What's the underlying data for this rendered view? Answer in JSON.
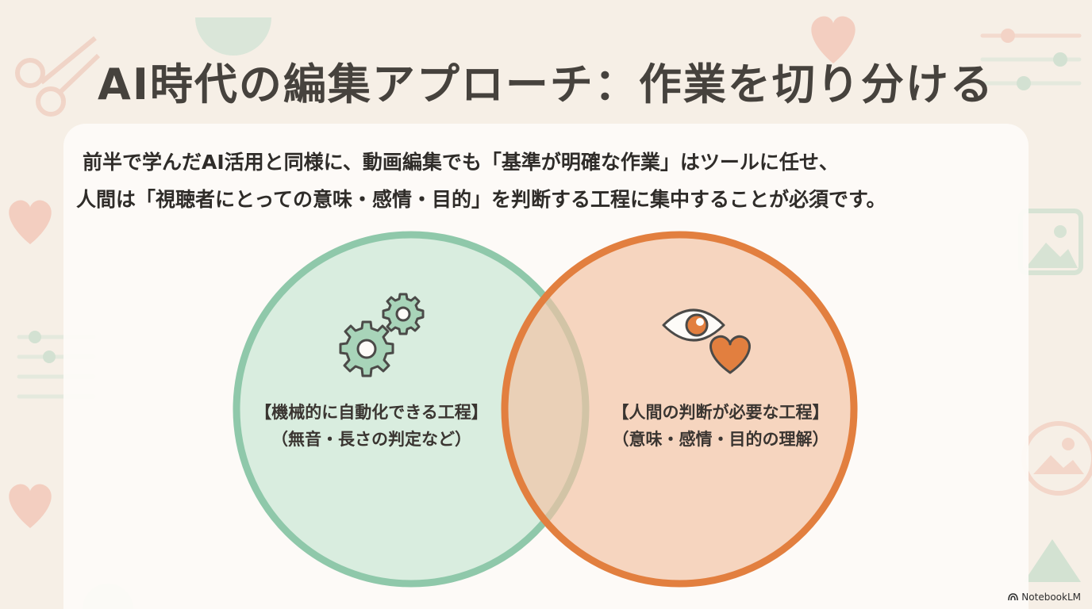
{
  "title": "AI時代の編集アプローチ：作業を切り分ける",
  "description": {
    "line1": "前半で学んだAI活用と同様に、動画編集でも「基準が明確な作業」はツールに任せ、",
    "line2": "人間は「視聴者にとっての意味・感情・目的」を判断する工程に集中することが必須です。"
  },
  "venn": {
    "left": {
      "icon": "gears-icon",
      "title": "【機械的に自動化できる工程】",
      "subtitle": "（無音・長さの判定など）",
      "color": "#8fc8aa",
      "fill": "#d2eadb"
    },
    "right": {
      "icon": "eye-heart-icon",
      "title": "【人間の判断が必要な工程】",
      "subtitle": "（意味・感情・目的の理解）",
      "color": "#e27f3f",
      "fill": "#f2c3a3"
    }
  },
  "branding": {
    "label": "NotebookLM"
  },
  "colors": {
    "background": "#f6efe6",
    "card": "#fdfbf8",
    "title_text": "#46423d"
  }
}
